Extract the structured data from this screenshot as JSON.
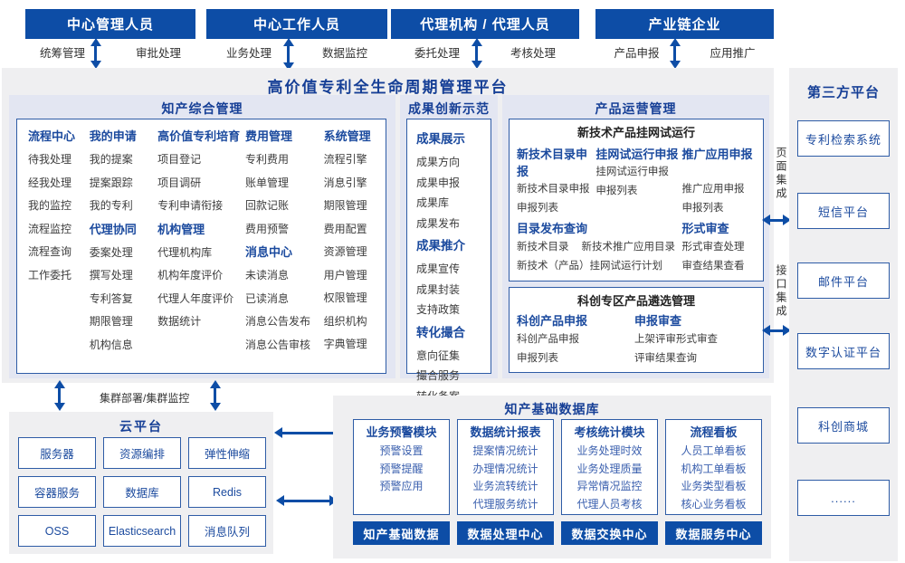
{
  "colors": {
    "primary_blue": "#0d4da6",
    "navy_text": "#163f96",
    "heading_blue": "#1b4a9e",
    "item_dark": "#3d3d3d",
    "item_blue": "#3a5fae",
    "lavender_bg": "#e3e6f2",
    "gray_bg": "#efeff1",
    "box_border": "#2e5ca6"
  },
  "top_actors": [
    {
      "name": "中心管理人员",
      "left_label": "统筹管理",
      "right_label": "审批处理"
    },
    {
      "name": "中心工作人员",
      "left_label": "业务处理",
      "right_label": "数据监控"
    },
    {
      "name": "代理机构 / 代理人员",
      "left_label": "委托处理",
      "right_label": "考核处理"
    },
    {
      "name": "产业链企业",
      "left_label": "产品申报",
      "right_label": "应用推广"
    }
  ],
  "platform": {
    "title": "高价值专利全生命周期管理平台",
    "sections": {
      "ip": {
        "title": "知产综合管理",
        "columns": [
          {
            "groups": [
              {
                "heading": "流程中心",
                "items": [
                  "待我处理",
                  "经我处理",
                  "我的监控",
                  "流程监控",
                  "流程查询",
                  "工作委托"
                ]
              }
            ]
          },
          {
            "groups": [
              {
                "heading": "我的申请",
                "items": [
                  "我的提案",
                  "提案跟踪",
                  "我的专利"
                ]
              },
              {
                "heading": "代理协同",
                "items": [
                  "委案处理",
                  "撰写处理",
                  "专利答复",
                  "期限管理",
                  "机构信息"
                ]
              }
            ]
          },
          {
            "groups": [
              {
                "heading": "高价值专利培育",
                "items": [
                  "项目登记",
                  "项目调研",
                  "专利申请衔接"
                ]
              },
              {
                "heading": "机构管理",
                "items": [
                  "代理机构库",
                  "机构年度评价",
                  "代理人年度评价",
                  "数据统计"
                ]
              }
            ]
          },
          {
            "groups": [
              {
                "heading": "费用管理",
                "items": [
                  "专利费用",
                  "账单管理",
                  "回款记账",
                  "费用预警"
                ]
              },
              {
                "heading": "消息中心",
                "items": [
                  "未读消息",
                  "已读消息",
                  "消息公告发布",
                  "消息公告审核"
                ]
              }
            ]
          },
          {
            "groups": [
              {
                "heading": "系统管理",
                "items": [
                  "流程引擎",
                  "消息引擎",
                  "期限管理",
                  "费用配置",
                  "资源管理",
                  "用户管理",
                  "权限管理",
                  "组织机构",
                  "字典管理"
                ]
              }
            ]
          }
        ]
      },
      "achv": {
        "title": "成果创新示范",
        "groups": [
          {
            "heading": "成果展示",
            "items": [
              "成果方向",
              "成果申报",
              "成果库",
              "成果发布"
            ]
          },
          {
            "heading": "成果推介",
            "items": [
              "成果宣传",
              "成果封装",
              "支持政策"
            ]
          },
          {
            "heading": "转化撮合",
            "items": [
              "意向征集",
              "撮合服务",
              "转化备案"
            ]
          }
        ]
      },
      "prod": {
        "title": "产品运营管理",
        "trial": {
          "title": "新技术产品挂网试运行",
          "columns": [
            {
              "heading": "新技术目录申报",
              "items": [
                "新技术目录申报",
                "申报列表"
              ]
            },
            {
              "heading": "挂网试运行申报",
              "items": [
                "挂网试运行申报",
                "申报列表"
              ]
            },
            {
              "heading": "推广应用申报",
              "items": [
                "推广应用申报",
                "申报列表"
              ]
            }
          ],
          "catalog": {
            "heading": "目录发布查询",
            "row_items": [
              "新技术目录",
              "新技术推广应用目录"
            ],
            "wide_item": "新技术（产品）挂网试运行计划"
          },
          "review": {
            "heading": "形式审查",
            "items": [
              "形式审查处理",
              "审查结果查看"
            ]
          }
        },
        "selection": {
          "title": "科创专区产品遴选管理",
          "columns": [
            {
              "heading": "科创产品申报",
              "items": [
                "科创产品申报",
                "申报列表"
              ]
            },
            {
              "heading": "申报审查",
              "items": [
                "上架评审形式审查",
                "评审结果查询"
              ]
            }
          ]
        }
      }
    }
  },
  "cluster_label": "集群部署/集群监控",
  "cloud": {
    "title": "云平台",
    "items": [
      "服务器",
      "资源编排",
      "弹性伸缩",
      "容器服务",
      "数据库",
      "Redis",
      "OSS",
      "Elasticsearch",
      "消息队列"
    ]
  },
  "database": {
    "title": "知产基础数据库",
    "modules": [
      {
        "heading": "业务预警模块",
        "items": [
          "预警设置",
          "预警提醒",
          "预警应用"
        ],
        "footer": "知产基础数据"
      },
      {
        "heading": "数据统计报表",
        "items": [
          "提案情况统计",
          "办理情况统计",
          "业务流转统计",
          "代理服务统计"
        ],
        "footer": "数据处理中心"
      },
      {
        "heading": "考核统计模块",
        "items": [
          "业务处理时效",
          "业务处理质量",
          "异常情况监控",
          "代理人员考核"
        ],
        "footer": "数据交换中心"
      },
      {
        "heading": "流程看板",
        "items": [
          "人员工单看板",
          "机构工单看板",
          "业务类型看板",
          "核心业务看板"
        ],
        "footer": "数据服务中心"
      }
    ]
  },
  "third_party": {
    "title": "第三方平台",
    "items": [
      "专利检索系统",
      "短信平台",
      "邮件平台",
      "数字认证平台",
      "科创商城",
      "......"
    ]
  },
  "integration": {
    "page_label": "页面集成",
    "api_label": "接口集成"
  }
}
